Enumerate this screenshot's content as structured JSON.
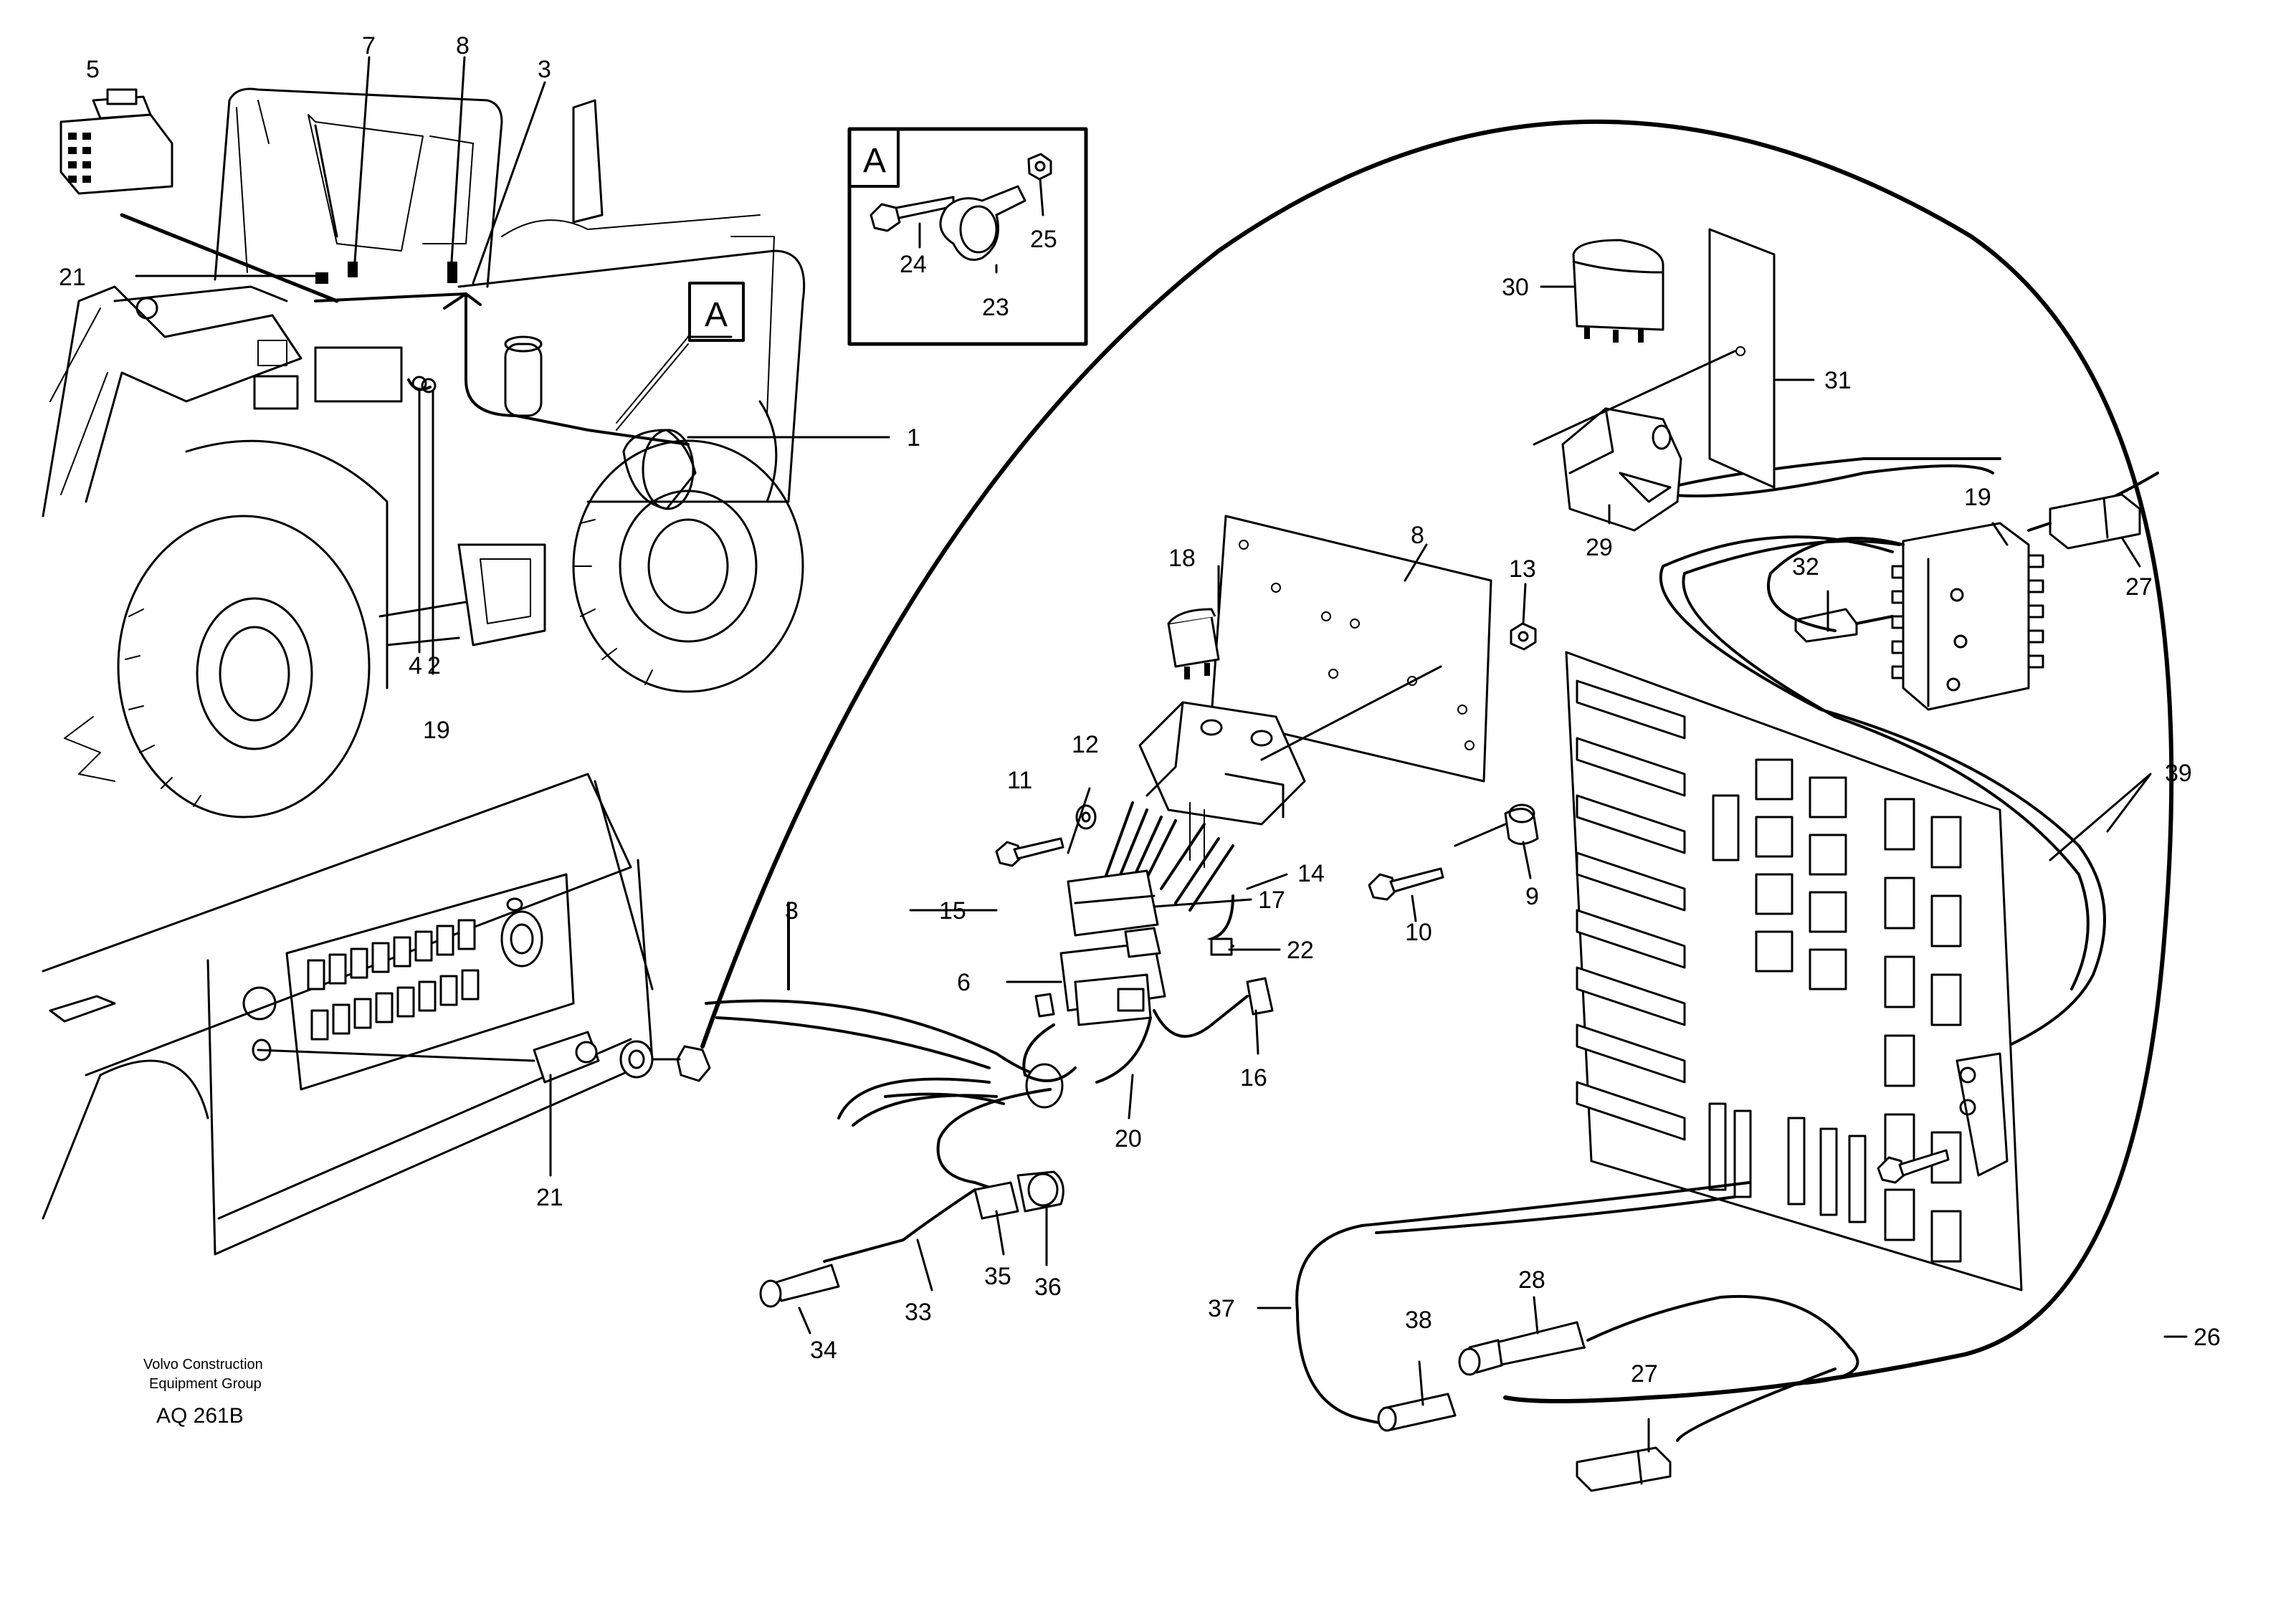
{
  "detail_letter": "A",
  "footer": {
    "company_line1": "Volvo Construction",
    "company_line2": "Equipment Group",
    "code": "AQ 261B"
  },
  "callouts": {
    "n1": "1",
    "n2": "2",
    "n3_top": "3",
    "n3": "3",
    "n4": "4",
    "n5": "5",
    "n6": "6",
    "n7": "7",
    "n8_top": "8",
    "n8": "8",
    "n9": "9",
    "n10": "10",
    "n11": "11",
    "n12": "12",
    "n13": "13",
    "n14": "14",
    "n15": "15",
    "n16": "16",
    "n17": "17",
    "n18": "18",
    "n19_top": "19",
    "n19": "19",
    "n20": "20",
    "n21_top": "21",
    "n21": "21",
    "n22": "22",
    "n23": "23",
    "n24": "24",
    "n25": "25",
    "n26": "26",
    "n27_top": "27",
    "n27": "27",
    "n28": "28",
    "n29": "29",
    "n30": "30",
    "n31": "31",
    "n32": "32",
    "n33": "33",
    "n34": "34",
    "n35": "35",
    "n36": "36",
    "n37": "37",
    "n38": "38",
    "n39": "39"
  }
}
